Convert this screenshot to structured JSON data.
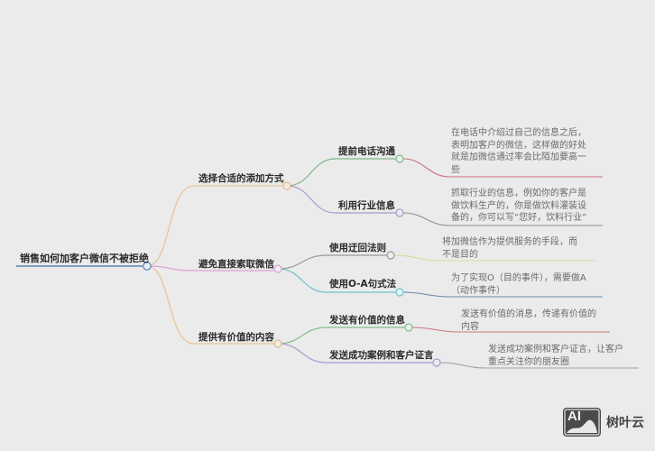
{
  "mindmap": {
    "root": {
      "label": "销售如何加客户微信不被拒绝",
      "color": "#5b86b8"
    },
    "branches": [
      {
        "label": "选择合适的添加方式",
        "color": "#e8c49a",
        "children": [
          {
            "label": "提前电话沟通",
            "color": "#7fb586",
            "note": "在电话中介绍过自己的信息之后，\n表明加客户的微信，这样做的好处\n就是加微信通过率会比陌加要高一\n些",
            "note_color": "#c9717e"
          },
          {
            "label": "利用行业信息",
            "color": "#a89ac9",
            "note": "抓取行业的信息，例如你的客户是\n做饮料生产的，你是做饮料灌装设\n备的，你可以写“您好，饮料行业”",
            "note_color": "#9a8c9c"
          }
        ]
      },
      {
        "label": "避免直接索取微信",
        "color": "#d9a3d9",
        "children": [
          {
            "label": "使用迂回法则",
            "color": "#9a9a9a",
            "note": "将加微信作为提供服务的手段，而\n不是目的",
            "note_color": "#d6dca0"
          },
          {
            "label": "使用O-A句式法",
            "color": "#6cc3c9",
            "note": "为了实现O（目的事件），需要做A\n（动作事件）",
            "note_color": "#6688aa"
          }
        ]
      },
      {
        "label": "提供有价值的内容",
        "color": "#e8c49a",
        "children": [
          {
            "label": "发送有价值的信息",
            "color": "#7fc08a",
            "note": "发送有价值的消息，传递有价值的\n内容",
            "note_color": "#d0737c"
          },
          {
            "label": "发送成功案例和客户证言",
            "color": "#a99ad0",
            "note": "发送成功案例和客户证言，让客户\n重点关注你的朋友圈",
            "note_color": "#a0a0a0"
          }
        ]
      }
    ]
  },
  "watermark": {
    "logo_text": "AI",
    "brand": "树叶云"
  }
}
